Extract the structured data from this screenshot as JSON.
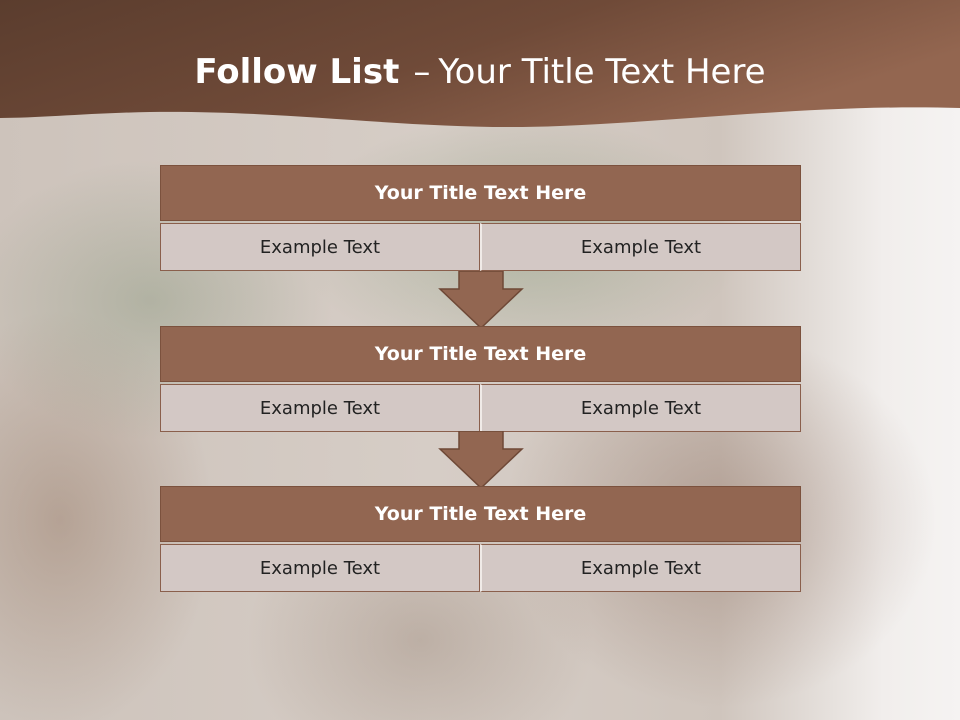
{
  "header": {
    "title_main": "Follow List",
    "title_sep": "–",
    "title_rest": "Your Title Text Here"
  },
  "blocks": [
    {
      "title": "Your Title Text Here",
      "left": "Example Text",
      "right": "Example Text"
    },
    {
      "title": "Your Title Text Here",
      "left": "Example Text",
      "right": "Example Text"
    },
    {
      "title": "Your Title Text Here",
      "left": "Example Text",
      "right": "Example Text"
    }
  ],
  "colors": {
    "header_dark": "#5b3d2e",
    "header_light": "#8f624c",
    "block_title": "#926651",
    "cell_fill": "#d3c8c5"
  }
}
